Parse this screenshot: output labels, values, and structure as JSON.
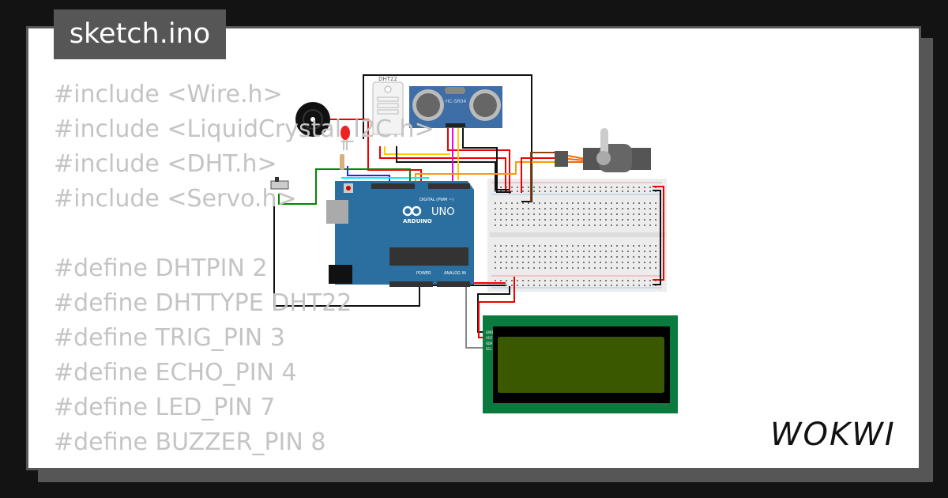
{
  "title": "sketch.ino",
  "code_lines": [
    "#include <Wire.h>",
    "#include <LiquidCrystal_I2C.h>",
    "#include <DHT.h>",
    "#include <Servo.h>",
    "",
    "#define DHTPIN 2",
    "#define DHTTYPE DHT22",
    "#define TRIG_PIN 3",
    "#define ECHO_PIN 4",
    "#define LED_PIN 7",
    "#define BUZZER_PIN 8"
  ],
  "components": {
    "dht_label": "DHT22",
    "ultrasonic_label": "HC-SR04",
    "arduino_model": "UNO",
    "arduino_brand": "ARDUINO",
    "arduino_digital_label": "DIGITAL (PWM ~)",
    "arduino_power_label": "POWER",
    "arduino_analog_label": "ANALOG IN",
    "lcd_pins": [
      "GND",
      "VCC",
      "SDA",
      "SCL"
    ]
  },
  "logo": "WOKWI",
  "colors": {
    "background": "#131313",
    "panel_border": "#565656",
    "arduino": "#2a6fa0",
    "lcd_board": "#0b7a3e",
    "lcd_screen": "#3a5800"
  }
}
